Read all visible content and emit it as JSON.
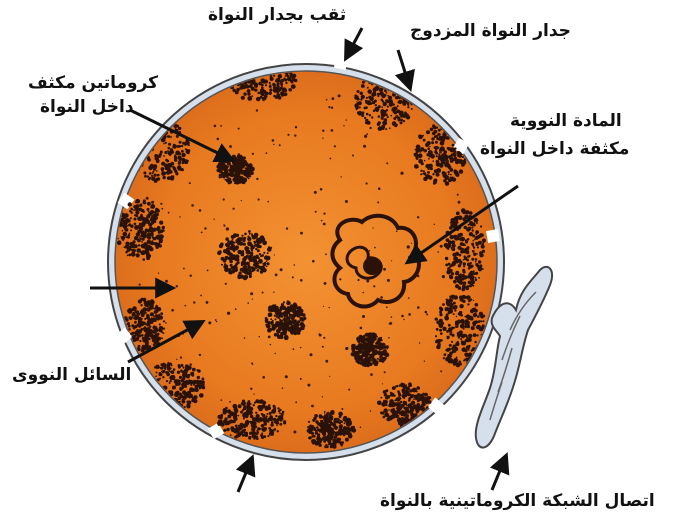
{
  "diagram": {
    "labels": {
      "pore": "ثقب بجدار النواة",
      "double_wall": "جدار النواة المزدوج",
      "chromatin_dense_line1": "كروماتين مكثف",
      "chromatin_dense_line2": "داخل النواة",
      "nuclear_material_line1": "المادة النووية",
      "nuclear_material_line2": "مكثفة داخل النواة",
      "nuclear_fluid": "السائل النووى",
      "connection": "اتصال الشبكة الكروماتينية بالنواة"
    },
    "colors": {
      "nucleus_fill": "#e8761e",
      "nucleus_inner": "#f08a2a",
      "chromatin": "#2a1208",
      "membrane": "#c9d6e6",
      "membrane_stroke": "#555555",
      "arrow": "#111111"
    }
  }
}
